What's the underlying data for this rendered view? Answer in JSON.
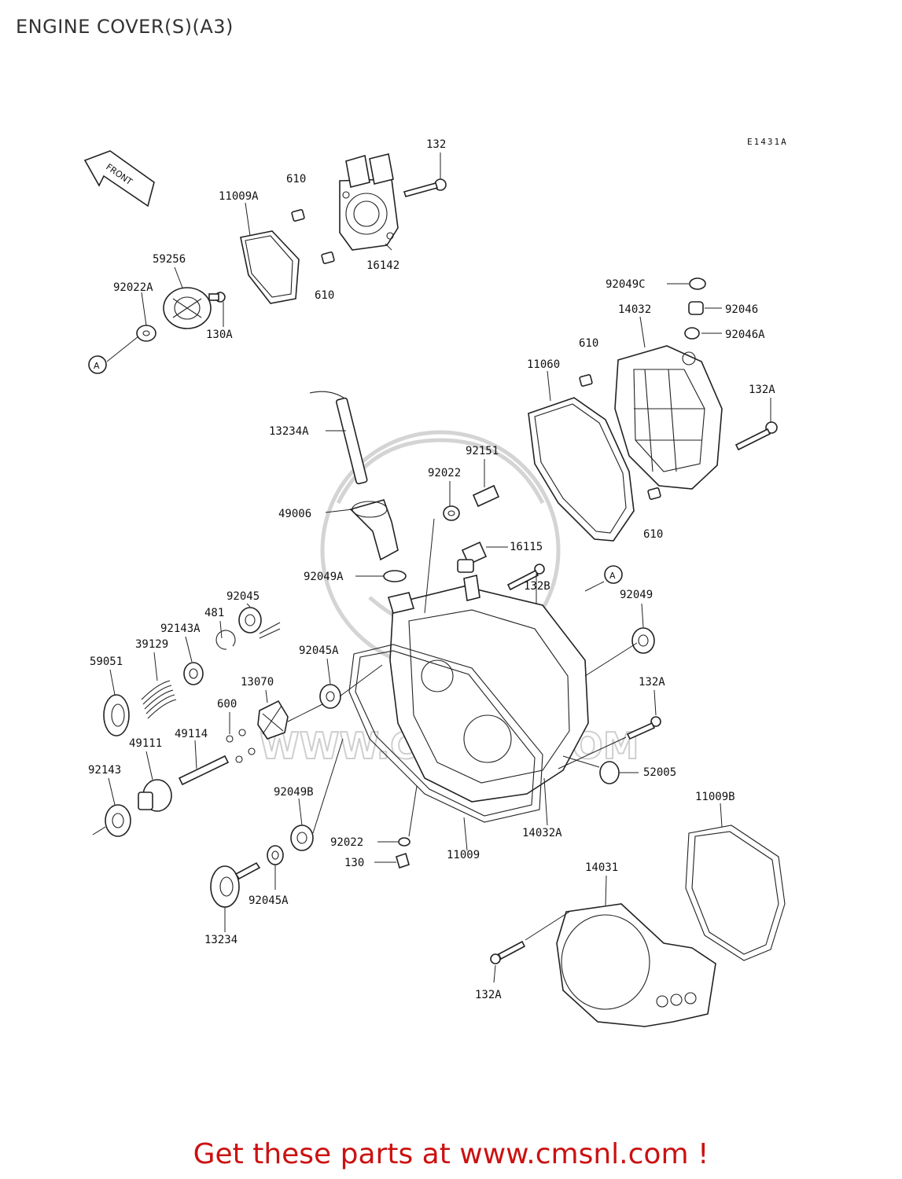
{
  "title": "ENGINE COVER(S)(A3)",
  "diagram_code": "E1431A",
  "front_label": "FRONT",
  "reference_mark": "A",
  "watermark": "WWW.CMSNL.COM",
  "footer": "Get these parts at www.cmsnl.com !",
  "labels": {
    "p132_top": "132",
    "p610_a": "610",
    "p11009A": "11009A",
    "p16142": "16142",
    "p610_b": "610",
    "p59256": "59256",
    "p92022A": "92022A",
    "p130A": "130A",
    "p92049C": "92049C",
    "p14032": "14032",
    "p92046": "92046",
    "p92046A": "92046A",
    "p610_c": "610",
    "p11060": "11060",
    "p132A_a": "132A",
    "p13234A": "13234A",
    "p92151": "92151",
    "p92022_a": "92022",
    "p610_d": "610",
    "p49006": "49006",
    "p16115": "16115",
    "p92049A": "92049A",
    "p132B": "132B",
    "p92049": "92049",
    "p92045": "92045",
    "p481": "481",
    "p92143A": "92143A",
    "p39129": "39129",
    "p59051": "59051",
    "p92045A_a": "92045A",
    "p13070": "13070",
    "p132A_b": "132A",
    "p600": "600",
    "p49111": "49111",
    "p49114": "49114",
    "p52005": "52005",
    "p92143": "92143",
    "p11009B": "11009B",
    "p92049B": "92049B",
    "p14032A": "14032A",
    "p92022_b": "92022",
    "p11009": "11009",
    "p130": "130",
    "p14031": "14031",
    "p92045A_b": "92045A",
    "p13234": "13234",
    "p132A_c": "132A"
  }
}
